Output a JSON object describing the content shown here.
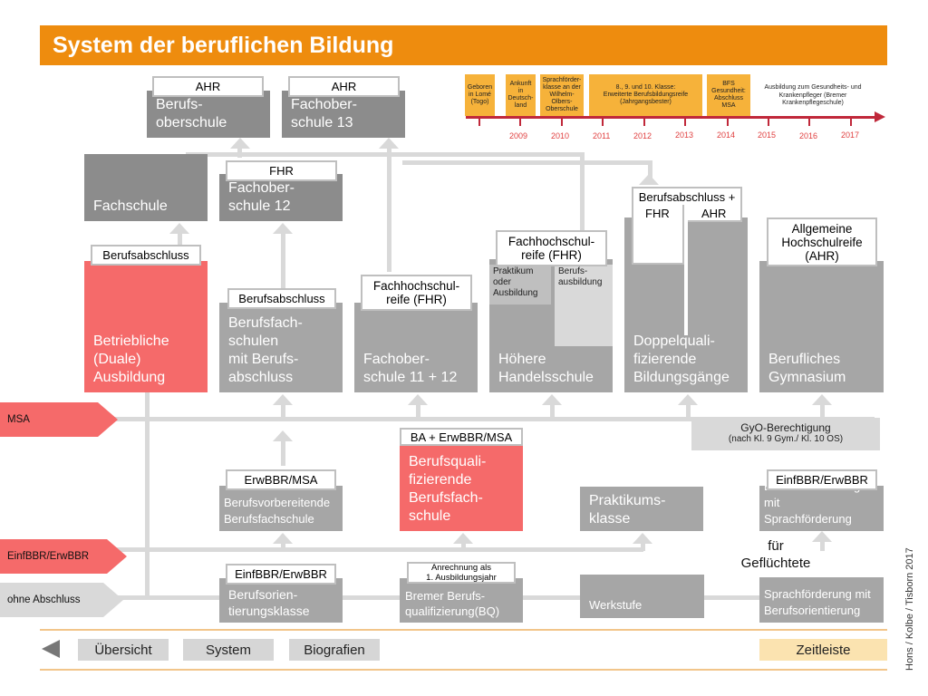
{
  "title": "System der beruflichen Bildung",
  "top_boxes": {
    "berufsoberschule": {
      "label": "AHR",
      "text": "Berufs-\noberschule"
    },
    "fachoberschule13": {
      "label": "AHR",
      "text": "Fachober-\nschule 13"
    },
    "fachschule": {
      "text": "Fachschule"
    },
    "fachoberschule12": {
      "label": "FHR",
      "text": "Fachober-\nschule 12"
    }
  },
  "row_boxes": {
    "duale": {
      "label": "Berufsabschluss",
      "text": "Betriebliche\n(Duale)\nAusbildung"
    },
    "berufsfachschulen": {
      "label": "Berufsabschluss",
      "text": "Berufsfach-\nschulen\nmit Berufs-\nabschluss"
    },
    "fos1112": {
      "label": "Fachhochschul-\nreife (FHR)",
      "text": "Fachober-\nschule 11 + 12"
    },
    "handelsschule": {
      "label": "Fachhochschul-\nreife (FHR)",
      "text": "Höhere\nHandelsschule",
      "sub1": "Praktikum\noder\nAusbildung",
      "sub2": "Berufs-\nausbildung"
    },
    "doppel": {
      "label1": "Berufsabschluss +",
      "label2a": "FHR",
      "label2b": "AHR",
      "text": "Doppelquali-\nfizierende\nBildungsgänge"
    },
    "gymnasium": {
      "label": "Allgemeine\nHochschulreife\n(AHR)",
      "text": "Berufliches\nGymnasium"
    }
  },
  "gyo": {
    "line1": "GyO-Berechtigung",
    "line2": "(nach Kl. 9 Gym./  Kl. 10 OS)"
  },
  "lower_boxes": {
    "bvb": {
      "label": "ErwBBR/MSA",
      "text": "Berufsvorbereitende\nBerufsfachschule"
    },
    "bqbfs": {
      "label": "BA + ErwBBR/MSA",
      "text": "Berufsquali-\nfizierende\nBerufsfach-\nschule"
    },
    "praktikum": {
      "text": "Praktikums-\nklasse"
    },
    "bo_sprach": {
      "label": "EinfBBR/ErwBBR",
      "text": "Berufsorientierung mit\nSprachförderung"
    },
    "fuer": "für\nGeflüchtete",
    "bok": {
      "label": "EinfBBR/ErwBBR",
      "text": "Berufsorien-\ntierungsklasse"
    },
    "bbq": {
      "label": "Anrechnung als\n1. Ausbildungsjahr",
      "text": "Bremer Berufs-\nqualifizierung(BQ)"
    },
    "werkstufe": {
      "text": "Werkstufe"
    },
    "sprach_bo": {
      "text": "Sprachförderung mit\nBerufsorientierung"
    }
  },
  "side_arrows": {
    "msa": "MSA",
    "einf": "EinfBBR/ErwBBR",
    "ohne": "ohne Abschluss"
  },
  "timeline": {
    "boxes": [
      "Geboren\nin Lomé\n(Togo)",
      "Ankunft\nin\nDeutsch-\nland",
      "Sprachförder-\nklasse an der\nWilhelm-\nOlbers-\nOberschule",
      "8., 9. und 10. Klasse:\nErweiterte Berufsbildungsreife\n(Jahrgangsbester)",
      "BFS\nGesundheit:\nAbschluss\nMSA"
    ],
    "last_text": "Ausbildung zum Gesundheits- und\nKrankenpfleger (Bremer\nKrankenpflegeschule)",
    "years": [
      "2009",
      "2010",
      "2011",
      "2012",
      "2013",
      "2014",
      "2015",
      "2016",
      "2017"
    ]
  },
  "credit": "Hons / Kolbe / Tisborn 2017",
  "nav": {
    "back": "back-arrow-icon",
    "uebersicht": "Übersicht",
    "system": "System",
    "biografien": "Biografien",
    "zeitleiste": "Zeitleiste"
  },
  "colors": {
    "accent": "#ee8c0e",
    "red": "#f56a6a",
    "gray": "#a6a6a6",
    "timeline": "#c0283a"
  }
}
